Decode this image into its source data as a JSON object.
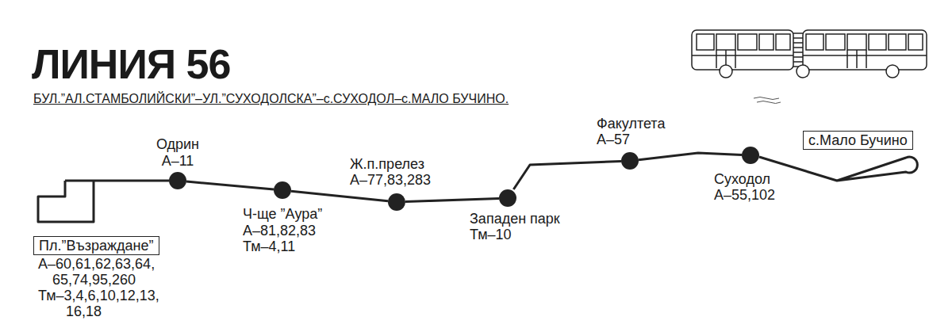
{
  "diagram": {
    "title": "ЛИНИЯ 56",
    "nodes": [
      {
        "text": [
          "Пл.”Възраждане”",
          "А–60,61,62,63,64, 65,74,95,260",
          "Тм–3,4,6,10,12,13, 16,18"
        ]
      },
      {
        "text": [
          "Одрин",
          "А–11"
        ]
      },
      {
        "text": [
          "Ч-ще ”Аура”",
          "А–81,82,83",
          "Тм–4,11"
        ]
      },
      {
        "text": [
          "Ж.п.прелез",
          "А–77,83,283"
        ]
      },
      {
        "text": [
          "Западен парк",
          "Тм–10"
        ]
      },
      {
        "text": [
          "Факултета",
          "А–57"
        ]
      },
      {
        "text": [
          "Суходол",
          "А–55,102"
        ]
      },
      {
        "text": [
          "с.Мало Бучино"
        ]
      }
    ],
    "edges": [
      {
        "from": 1,
        "to": 2,
        "arrow": "none"
      },
      {
        "from": 2,
        "to": 3,
        "arrow": "none"
      },
      {
        "from": 3,
        "to": 4,
        "arrow": "none"
      },
      {
        "from": 4,
        "to": 5,
        "arrow": "none"
      },
      {
        "from": 5,
        "to": 6,
        "arrow": "none"
      }
    ],
    "labels": [
      "БУЛ.”АЛ.СТАМБОЛИЙСКИ”–УЛ.”СУХОДОЛСКА”–с.СУХОДОЛ–с.МАЛО БУЧИНО."
    ]
  }
}
